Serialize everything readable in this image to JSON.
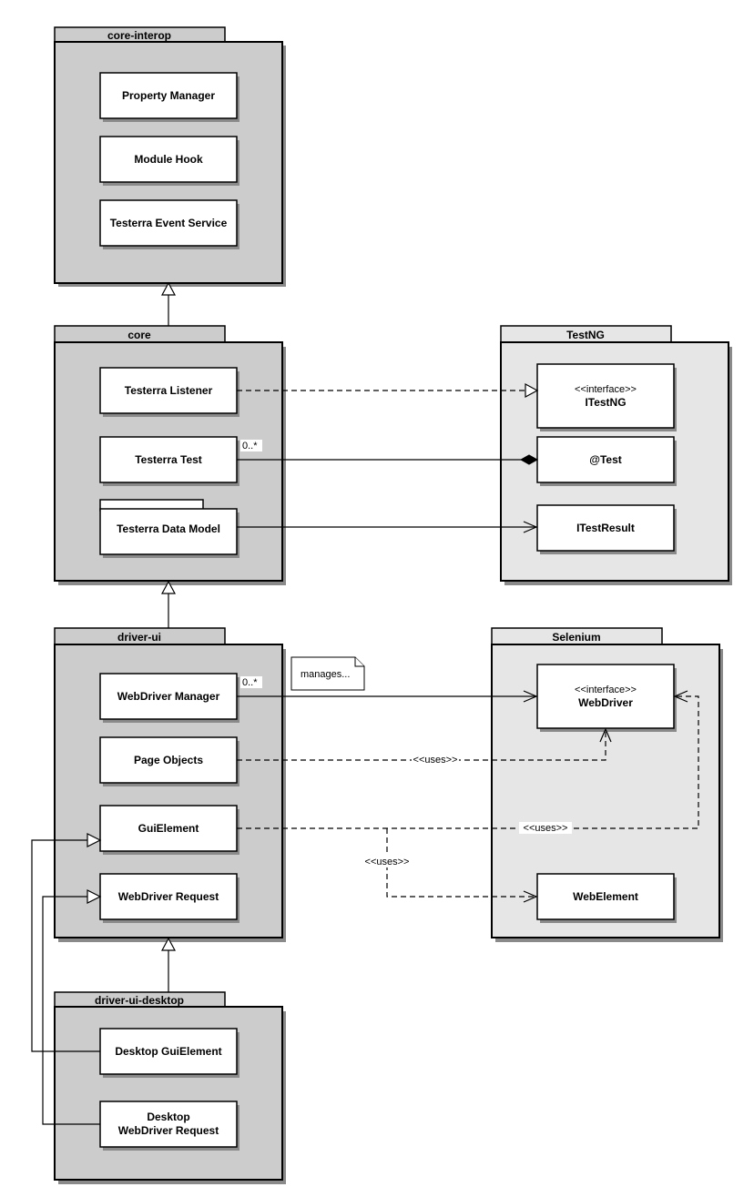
{
  "packages": {
    "core_interop": {
      "name": "core-interop",
      "fill": "#cccccc"
    },
    "core": {
      "name": "core",
      "fill": "#cccccc"
    },
    "testng": {
      "name": "TestNG",
      "fill": "#e6e6e6"
    },
    "driver_ui": {
      "name": "driver-ui",
      "fill": "#cccccc"
    },
    "selenium": {
      "name": "Selenium",
      "fill": "#e6e6e6"
    },
    "driver_ui_desktop": {
      "name": "driver-ui-desktop",
      "fill": "#cccccc"
    }
  },
  "classes": {
    "property_manager": "Property Manager",
    "module_hook": "Module Hook",
    "event_service": "Testerra Event Service",
    "listener": "Testerra Listener",
    "test": "Testerra Test",
    "data_model": "Testerra Data Model",
    "itestng_stereo": "<<interface>>",
    "itestng": "ITestNG",
    "at_test": "@Test",
    "itestresult": "ITestResult",
    "webdriver_manager": "WebDriver Manager",
    "page_objects": "Page Objects",
    "guielement": "GuiElement",
    "webdriver_request": "WebDriver Request",
    "webdriver_stereo": "<<interface>>",
    "webdriver": "WebDriver",
    "webelement": "WebElement",
    "desktop_guielement": "Desktop GuiElement",
    "desktop_request_line1": "Desktop",
    "desktop_request_line2": "WebDriver Request"
  },
  "labels": {
    "multiplicity_test": "0..*",
    "multiplicity_manager": "0..*",
    "manages_note": "manages...",
    "uses_page_objects": "<<uses>>",
    "uses_guielement_webdriver": "<<uses>>",
    "uses_guielement_webelement": "<<uses>>"
  }
}
